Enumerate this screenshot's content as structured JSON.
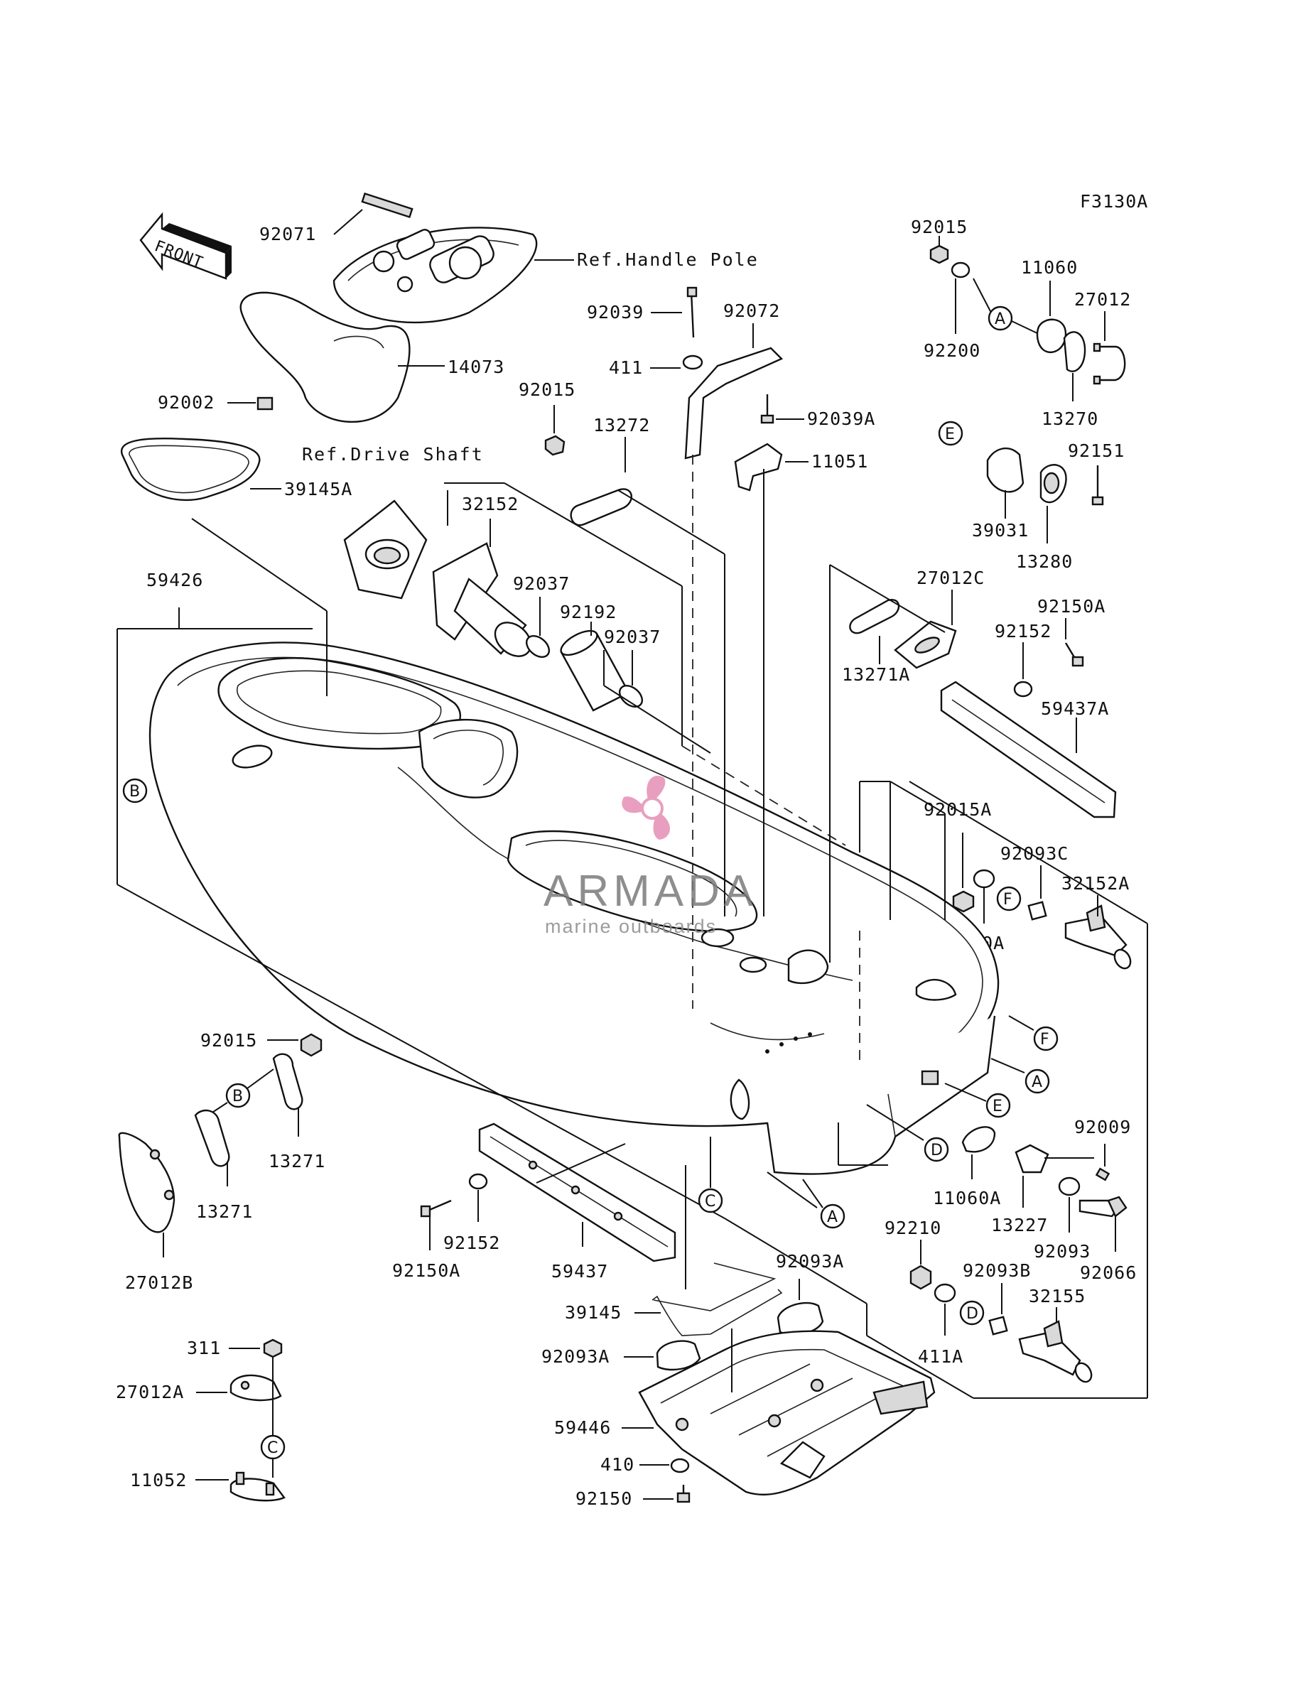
{
  "diagram_code": "F3130A",
  "front_arrow_label": "FRONT",
  "watermark": {
    "brand": "ARMADA",
    "tagline": "marine outboards",
    "accent": "#e58fb5"
  },
  "refs": {
    "handle_pole": "Ref.Handle Pole",
    "drive_shaft": "Ref.Drive Shaft"
  },
  "part_labels": {
    "p92071": "92071",
    "p14073": "14073",
    "p92002": "92002",
    "p39145A": "39145A",
    "p59426": "59426",
    "p32152": "32152",
    "p92037a": "92037",
    "p92192": "92192",
    "p92037b": "92037",
    "p92039": "92039",
    "p92072": "92072",
    "p411": "411",
    "p92015a": "92015",
    "p13272": "13272",
    "p92039A": "92039A",
    "p11051": "11051",
    "p92015b": "92015",
    "p11060": "11060",
    "p27012": "27012",
    "p92200": "92200",
    "p13270": "13270",
    "p92151": "92151",
    "p39031": "39031",
    "p13280": "13280",
    "p27012C": "27012C",
    "p92150A": "92150A",
    "p92152a": "92152",
    "p13271A": "13271A",
    "p59437A": "59437A",
    "p92015A": "92015A",
    "p92093C": "92093C",
    "p32152A": "32152A",
    "p410A": "410A",
    "p92015c": "92015",
    "p13271a": "13271",
    "p13271b": "13271",
    "p27012B": "27012B",
    "p92152b": "92152",
    "p92150Ab": "92150A",
    "p59437": "59437",
    "p92093Aa": "92093A",
    "p39145": "39145",
    "p92093Ab": "92093A",
    "p59446": "59446",
    "p410": "410",
    "p92150": "92150",
    "p311": "311",
    "p27012A": "27012A",
    "p11052": "11052",
    "p11060A": "11060A",
    "p92009": "92009",
    "p13227": "13227",
    "p92093": "92093",
    "p92066": "92066",
    "p92210": "92210",
    "p92093B": "92093B",
    "p32155": "32155",
    "p411A": "411A"
  },
  "callouts": {
    "A1": "A",
    "A2": "A",
    "A3": "A",
    "B1": "B",
    "B2": "B",
    "C1": "C",
    "C2": "C",
    "D1": "D",
    "D2": "D",
    "E1": "E",
    "E2": "E",
    "F1": "F",
    "F2": "F"
  }
}
